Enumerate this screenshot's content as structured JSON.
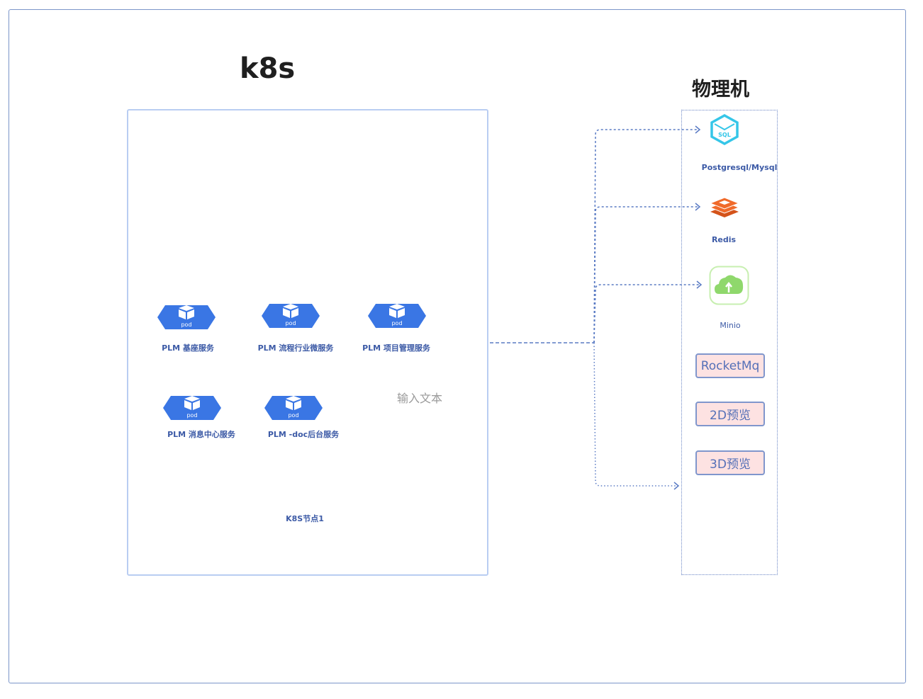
{
  "k8s_title": "k8s",
  "physical_title": "物理机",
  "pods": [
    {
      "label": "PLM 基座服务",
      "pod_text": "pod"
    },
    {
      "label": "PLM 流程行业微服务",
      "pod_text": "pod"
    },
    {
      "label": "PLM 项目管理服务",
      "pod_text": "pod"
    },
    {
      "label": "PLM  消息中心服务",
      "pod_text": "pod"
    },
    {
      "label": "PLM  -doc后台服务",
      "pod_text": "pod"
    }
  ],
  "placeholder_text": "输入文本",
  "node_label": "K8S节点1",
  "services": {
    "database": {
      "label": "Postgresql/Mysql",
      "icon": "sql-icon",
      "icon_text": "SQL"
    },
    "cache": {
      "label": "Redis",
      "icon": "redis-icon"
    },
    "storage": {
      "label": "Minio",
      "icon": "minio-icon"
    },
    "mq": {
      "label": "RocketMq"
    },
    "preview2d": {
      "label": "2D预览"
    },
    "preview3d": {
      "label": "3D预览"
    }
  },
  "colors": {
    "frame": "#7b95c9",
    "k8s_box_border": "#b9cdf2",
    "pod_blue": "#3a76e4",
    "connector": "#5a7bc4",
    "service_box_fill": "#fde2e2",
    "redis": "#f06a2a",
    "sql": "#35c6e8",
    "minio": "#8fd86c"
  }
}
